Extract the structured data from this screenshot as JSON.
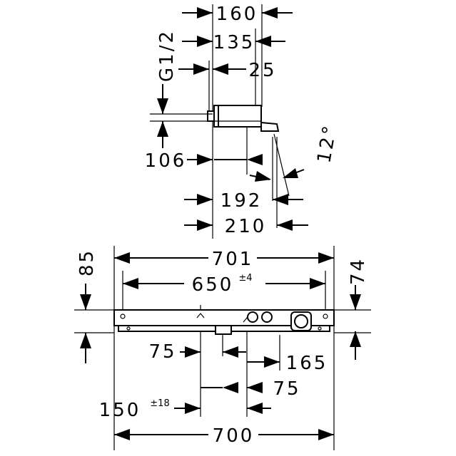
{
  "side_view": {
    "dim_160": "160",
    "dim_135": "135",
    "dim_thread": "G1/2",
    "dim_25": "25",
    "dim_106": "106",
    "dim_angle": "12°",
    "dim_192": "192",
    "dim_210": "210"
  },
  "front_view": {
    "dim_85": "85",
    "dim_701": "701",
    "dim_650": "650",
    "dim_650_tol": "±4",
    "dim_74": "74",
    "dim_75_left": "75",
    "dim_165": "165",
    "dim_75_right": "75",
    "dim_150": "150",
    "dim_150_tol": "±18",
    "dim_700": "700"
  }
}
